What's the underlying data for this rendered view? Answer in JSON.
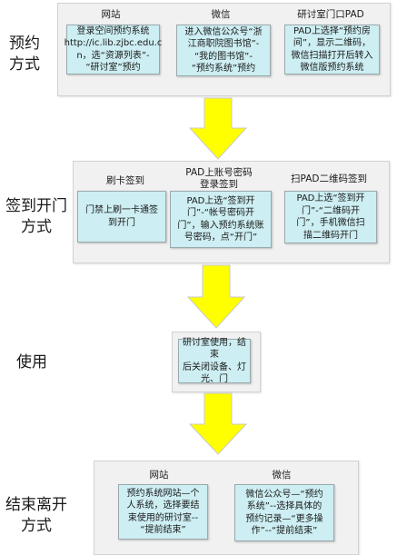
{
  "stages": [
    {
      "label": "预约\n方式",
      "columns": [
        {
          "title": "网站",
          "text": "登录空间预约系统\nhttp://ic.lib.zjbc.edu.c\nn，选“资源列表”-\n“研讨室”预约"
        },
        {
          "title": "微信",
          "text": "进入微信公众号“浙\n江商职院图书馆”-\n“我的图书馆”-\n“预约系统”预约"
        },
        {
          "title": "研讨室门口PAD",
          "text": "PAD上选择“预约房\n间”，显示二维码，\n微信扫描打开后转入\n微信版预约系统"
        }
      ]
    },
    {
      "label": "签到开门\n方式",
      "columns": [
        {
          "title": "刷卡签到",
          "text": "门禁上刷一卡通签\n到开门"
        },
        {
          "title": "PAD上账号密码\n登录签到",
          "text": "PAD上选“签到开\n门”-“帐号密码开\n门”，输入预约系统账\n号密码，点“开门”"
        },
        {
          "title": "扫PAD二维码签到",
          "text": "PAD上选“签到开\n门”-“二维码开\n门”，手机微信扫\n描二维码开门"
        }
      ]
    },
    {
      "label": "使用",
      "columns": [
        {
          "title": "",
          "text": "研讨室使用，结束\n后关闭设备、灯\n光、门"
        }
      ]
    },
    {
      "label": "结束离开\n方式",
      "columns": [
        {
          "title": "网站",
          "text": "预约系统网站—个\n人系统，选择要结\n束使用的研讨室--\n“提前结束”"
        },
        {
          "title": "微信",
          "text": "微信公众号—“预约\n系统”--选择具体的\n预约记录—“更多操\n作”--“提前结束”"
        }
      ]
    }
  ],
  "arrow_color": "#ffff00"
}
